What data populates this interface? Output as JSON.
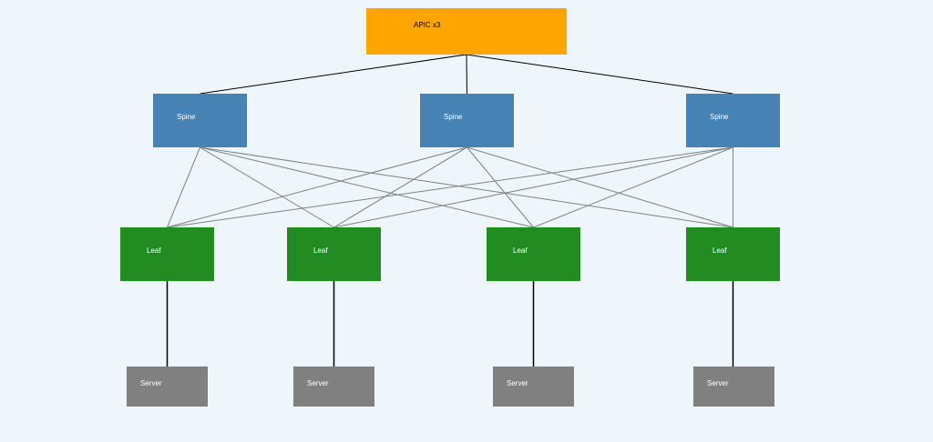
{
  "colors": {
    "background": "#eef6fc",
    "apic": "#ffa500",
    "spine": "#4682b4",
    "leaf": "#228b22",
    "server": "#808080",
    "apic_link": "#000000",
    "fabric_link": "#808080",
    "server_link": "#000000"
  },
  "diagram": {
    "apic": {
      "label": "APIC x3"
    },
    "spines": [
      {
        "label": "Spine"
      },
      {
        "label": "Spine"
      },
      {
        "label": "Spine"
      }
    ],
    "leaves": [
      {
        "label": "Leaf"
      },
      {
        "label": "Leaf"
      },
      {
        "label": "Leaf"
      },
      {
        "label": "Leaf"
      }
    ],
    "servers": [
      {
        "label": "Server"
      },
      {
        "label": "Server"
      },
      {
        "label": "Server"
      },
      {
        "label": "Server"
      }
    ]
  }
}
